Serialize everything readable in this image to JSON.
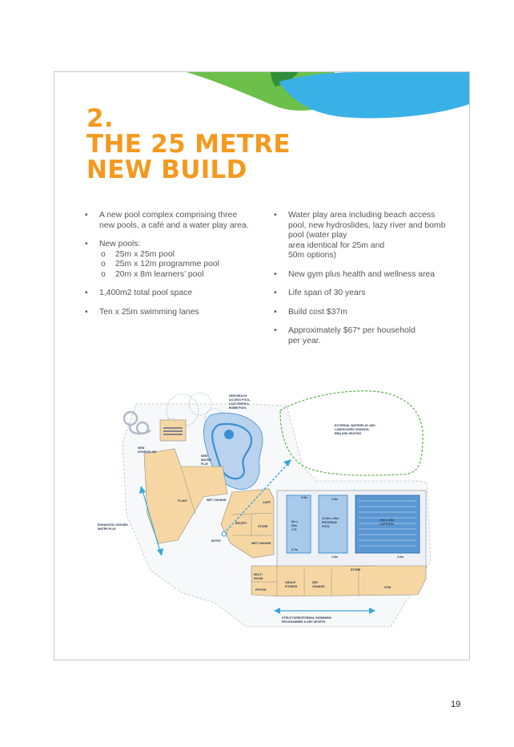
{
  "heading": {
    "number": "2.",
    "line1": "THE 25 METRE",
    "line2": "NEW BUILD"
  },
  "left_bullets": {
    "item1": "A new pool complex comprising three new pools, a café and a water play area.",
    "item2": "New pools:",
    "pools": [
      "25m x 25m pool",
      "25m x 12m programme pool",
      "20m x 8m learners’ pool"
    ],
    "item3": "1,400m2 total pool space",
    "item4": "Ten x 25m swimming lanes"
  },
  "right_bullets": {
    "item1_a": "Water play area including beach access pool, new hydroslides, lazy river and bomb pool (water play",
    "item1_b": "area identical for 25m and",
    "item1_c": "50m options)",
    "item2": "New gym plus health and wellness area",
    "item3": "Life span of 30 years",
    "item4": "Build cost $37m",
    "item5_a": "Approximately $67* per household",
    "item5_b": "per year."
  },
  "site_plan_labels": {
    "beach": [
      "NEW BEACH",
      "ACCESS POOL,",
      "LAZY RIVER &",
      "BOMB POOL"
    ],
    "external": [
      "EXTERNAL WATERPLAY AND",
      "LANDSCAPED SHADING,",
      "BBQ AND SEATING"
    ],
    "hydroslide": [
      "NEW",
      "HYDROSLIDE"
    ],
    "water_play": [
      "NEW",
      "WATER",
      "PLAY"
    ],
    "plant": "PLANT",
    "wet_change": "WET CHANGE",
    "enhanced": [
      "ENHANCED LEISURE/",
      "WATER PLAY"
    ],
    "cafe": "CAFÉ",
    "recept": "RECEPT.",
    "store": "STORE",
    "wet_change_2": "WET CHANGE",
    "entry": "ENTRY",
    "learners_pool": [
      "8m x",
      "20m",
      "LTS"
    ],
    "program_pool": [
      "12.5m x 25m",
      "PROGRAM",
      "POOL"
    ],
    "lap_pool": [
      "25m x 25m",
      "LAP POOL"
    ],
    "dim_0_9": "0.9m",
    "dim_0_7": "0.7m",
    "dim_1_5a": "1.5m",
    "dim_1_5b": "1.5m",
    "dim_2_0": "2.0m",
    "store_2": "STORE",
    "multi_room": [
      "MULTI",
      "ROOM"
    ],
    "physio": "PHYSIO",
    "group_fitness": [
      "GROUP",
      "FITNESS"
    ],
    "dry_change": [
      "DRY",
      "CHANGE"
    ],
    "gym": "GYM",
    "structured": [
      "STRUCTURED/FORMAL SWIMMING/",
      "PROGRAMMES & DRY SPORTS"
    ]
  },
  "page_number": "19",
  "colors": {
    "heading_orange": "#f39a1e",
    "swoosh_green": "#6cc04a",
    "swoosh_blue": "#39b1e6",
    "building_tan": "#f6d7a3",
    "pool_blue": "#3b8fd1",
    "dashed_green": "#5bb04a",
    "arrow_cyan": "#3aa7dc"
  }
}
